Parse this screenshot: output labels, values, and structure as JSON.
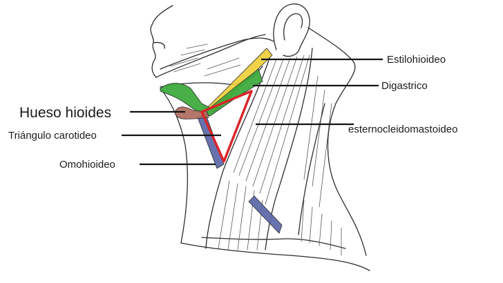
{
  "labels": {
    "stylohyoid": "Estilohioideo",
    "digastric": "Digastrico",
    "hyoid": "Hueso hioides",
    "carotid_triangle": "Triángulo carotideo",
    "sternocleidomastoid": "esternocleidomastoideo",
    "omohyoid": "Omohioideo"
  },
  "colors": {
    "stylohyoid": "#f0cf3a",
    "digastric": "#3aa83a",
    "hyoid": "#b06b5e",
    "omohyoid": "#5b66a8",
    "triangle": "#d9252a",
    "outline": "#2b2b2b"
  }
}
